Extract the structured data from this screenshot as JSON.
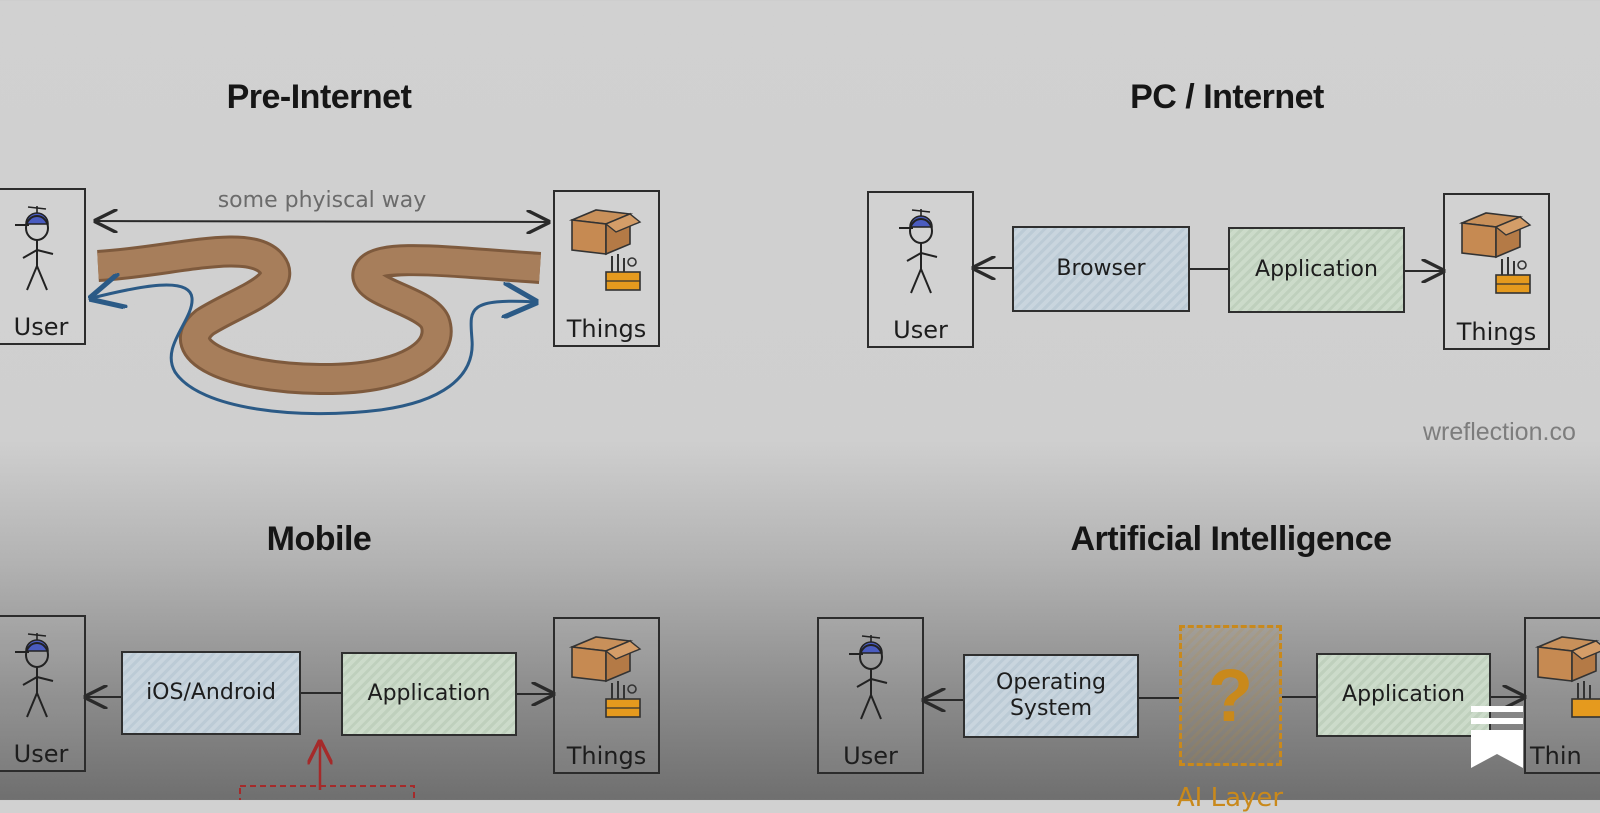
{
  "watermark": "wreflection.co",
  "panels": {
    "pre_internet": {
      "title": "Pre-Internet",
      "user": "User",
      "things": "Things",
      "caption": "some phyiscal way"
    },
    "pc_internet": {
      "title": "PC / Internet",
      "user": "User",
      "things": "Things",
      "browser": "Browser",
      "application": "Application"
    },
    "mobile": {
      "title": "Mobile",
      "user": "User",
      "things": "Things",
      "os": "iOS/Android",
      "application": "Application"
    },
    "ai": {
      "title": "Artificial Intelligence",
      "user": "User",
      "things": "Thin",
      "os_line1": "Operating",
      "os_line2": "System",
      "unknown": "?",
      "layer": "AI Layer",
      "application": "Application"
    }
  },
  "colors": {
    "road": "#a77e5b",
    "road_edge": "#7e5a3d",
    "return_path": "#2b5a86",
    "unknown_layer": "#c9891b",
    "callout": "#a52a2a",
    "cap": "#4a5cc0"
  },
  "icons": [
    "stick-figure-icon",
    "cardboard-box-icon",
    "toolbox-icon",
    "bookmark-icon"
  ]
}
